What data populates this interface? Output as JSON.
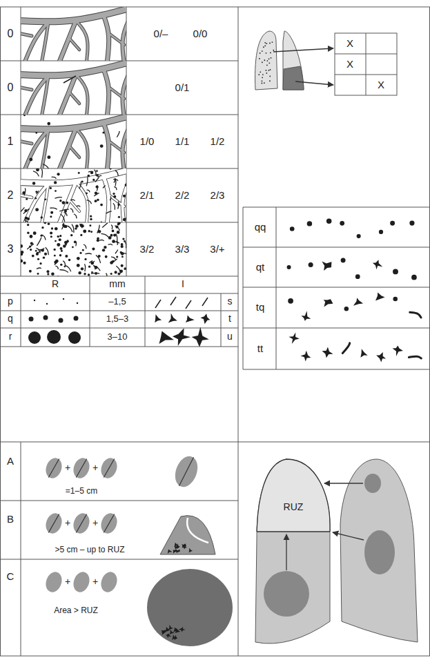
{
  "diagram": {
    "labels": [
      "0",
      "0/–",
      "0/0",
      "0",
      "0/1",
      "1",
      "1/0",
      "1/1",
      "1/2",
      "2",
      "2/1",
      "2/2",
      "2/3",
      "3",
      "3/2",
      "3/3",
      "3/+",
      "X",
      "X",
      "X",
      "R",
      "mm",
      "I",
      "p",
      "–1,5",
      "s",
      "q",
      "1,5–3",
      "t",
      "r",
      "3–10",
      "u",
      "qq",
      "qt",
      "tq",
      "tt",
      "A",
      "+",
      "+",
      "=1–5 cm",
      "B",
      "+",
      "+",
      ">5 cm – up to RUZ",
      "C",
      "+",
      "+",
      "Area > RUZ",
      "RUZ"
    ]
  }
}
